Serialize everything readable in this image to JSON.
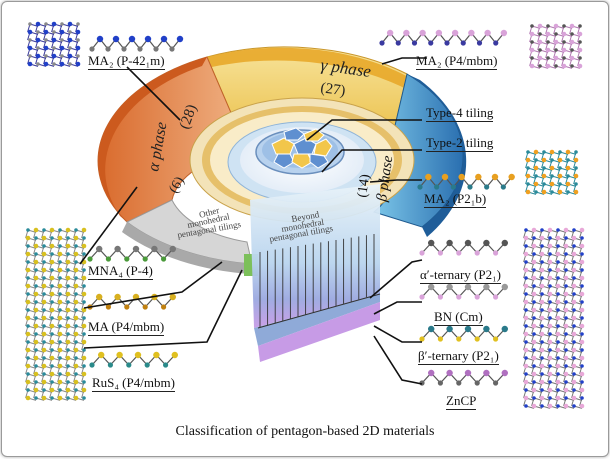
{
  "labels": {
    "top_left": "MA₂ (P-42₁m)",
    "top_right": "MA₂ (P4/mbm)",
    "type4": "Type-4 tiling",
    "type2": "Type-2 tiling",
    "beta_right": "MA₂ (P2₁b)",
    "mna4": "MNA₄ (P-4)",
    "ma_p4mbm": "MA (P4/mbm)",
    "rus4": "RuS₄ (P4/mbm)",
    "alpha_ternary": "α′-ternary (P2₁)",
    "bn": "BN (Cm)",
    "beta_ternary": "β′-ternary (P2₁)",
    "zncp": "ZnCP"
  },
  "ring": {
    "gamma_phase": "γ phase",
    "gamma_count": "(27)",
    "alpha_phase": "α phase",
    "alpha_count": "(28)",
    "beta_phase": "β phase",
    "beta_count": "(14)",
    "other_count": "(6)",
    "other_text_1": "Other",
    "other_text_2": "monohedral",
    "other_text_3": "pentagonal tilings",
    "beyond_text_1": "Beyond",
    "beyond_text_2": "monohedral",
    "beyond_text_3": "pentagonal tilings"
  },
  "caption": "Classification of pentagon-based 2D materials",
  "colors": {
    "gamma": "#f2cf5c",
    "alpha": "#e3874a",
    "beta": "#3b95c9",
    "other": "#bdbdbd",
    "tile_blue": "#5f8fd0",
    "tile_yellow": "#f2c64a",
    "atom_blue": "#2140c8",
    "atom_grey": "#8a8a8a",
    "atom_pink": "#d9a3d9"
  }
}
